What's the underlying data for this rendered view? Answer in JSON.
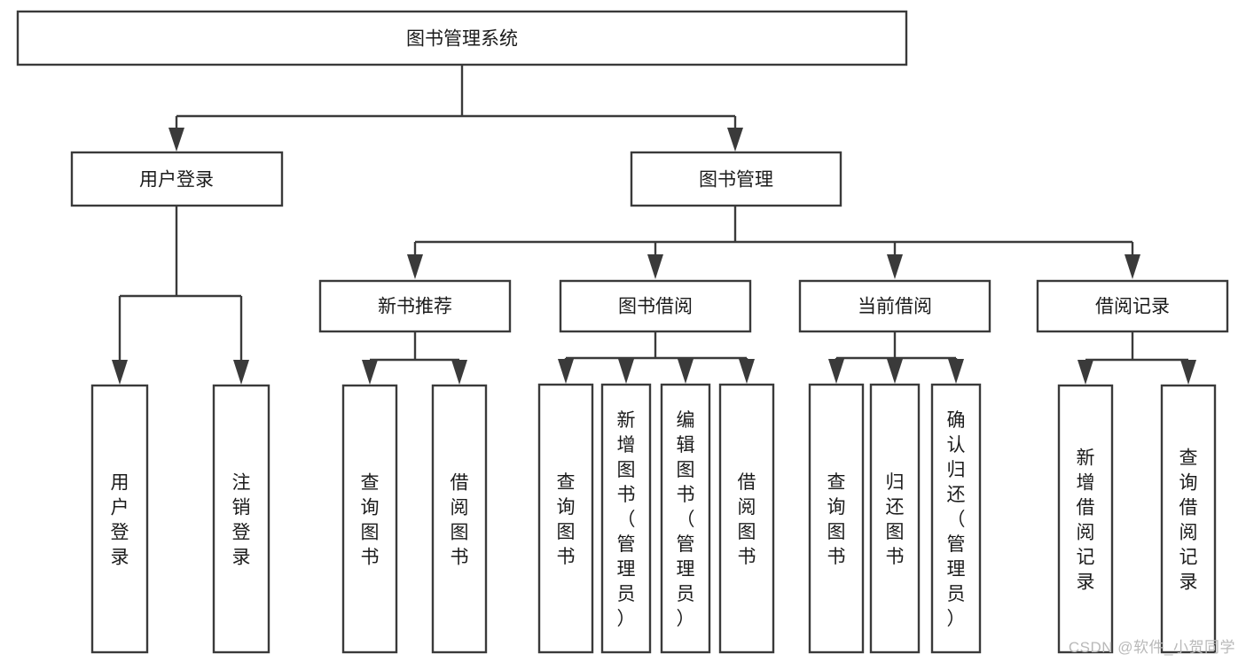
{
  "diagram": {
    "type": "tree",
    "title": "图书管理系统",
    "watermark": "CSDN @软件_小贺同学",
    "colors": {
      "stroke": "#3a3a3a",
      "fill": "#ffffff",
      "text": "#1b1b1b",
      "watermark": "#b9b9b9",
      "background": "#ffffff"
    },
    "root": {
      "label": "图书管理系统",
      "orientation": "horizontal"
    },
    "level2": [
      {
        "label": "用户登录",
        "orientation": "horizontal"
      },
      {
        "label": "图书管理",
        "orientation": "horizontal"
      }
    ],
    "level3": [
      {
        "label": "新书推荐",
        "orientation": "horizontal"
      },
      {
        "label": "图书借阅",
        "orientation": "horizontal"
      },
      {
        "label": "当前借阅",
        "orientation": "horizontal"
      },
      {
        "label": "借阅记录",
        "orientation": "horizontal"
      }
    ],
    "leaves": {
      "user_login": [
        {
          "label": "用户登录",
          "orientation": "vertical"
        },
        {
          "label": "注销登录",
          "orientation": "vertical"
        }
      ],
      "new_book_recommend": [
        {
          "label": "查询图书",
          "orientation": "vertical"
        },
        {
          "label": "借阅图书",
          "orientation": "vertical"
        }
      ],
      "book_borrow": [
        {
          "label": "查询图书",
          "orientation": "vertical"
        },
        {
          "label": "新增图书（管理员）",
          "orientation": "vertical"
        },
        {
          "label": "编辑图书（管理员）",
          "orientation": "vertical"
        },
        {
          "label": "借阅图书",
          "orientation": "vertical"
        }
      ],
      "current_borrow": [
        {
          "label": "查询图书",
          "orientation": "vertical"
        },
        {
          "label": "归还图书",
          "orientation": "vertical"
        },
        {
          "label": "确认归还（管理员）",
          "orientation": "vertical"
        }
      ],
      "borrow_record": [
        {
          "label": "新增借阅记录",
          "orientation": "vertical"
        },
        {
          "label": "查询借阅记录",
          "orientation": "vertical"
        }
      ]
    }
  }
}
